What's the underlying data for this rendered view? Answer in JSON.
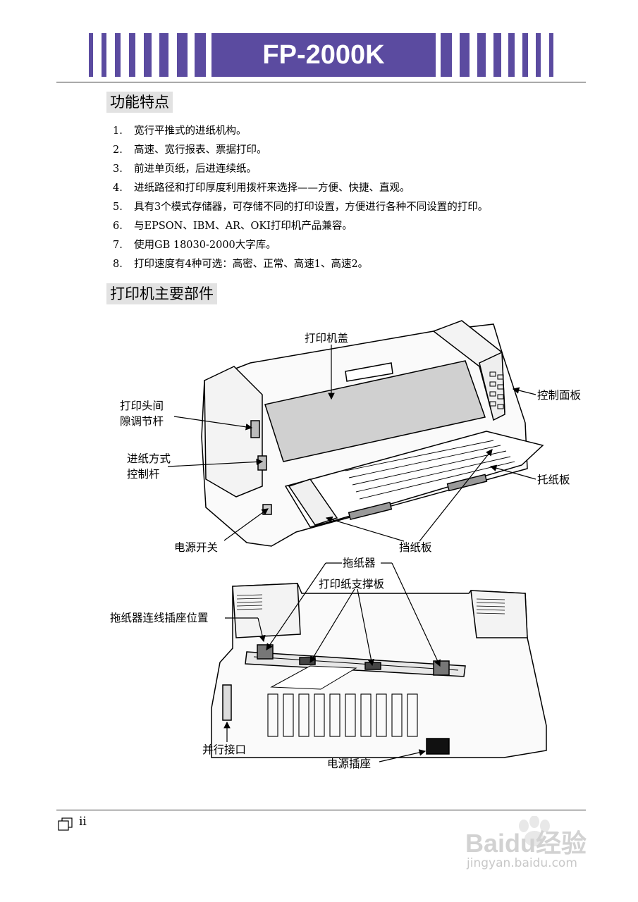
{
  "header": {
    "title": "FP-2000K"
  },
  "sections": {
    "features_title": "功能特点",
    "parts_title": "打印机主要部件"
  },
  "features": [
    {
      "num": "1.",
      "text": "宽行平推式的进纸机构。"
    },
    {
      "num": "2.",
      "text": "高速、宽行报表、票据打印。"
    },
    {
      "num": "3.",
      "text": "前进单页纸，后进连续纸。"
    },
    {
      "num": "4.",
      "text": "进纸路径和打印厚度利用拨杆来选择——方便、快捷、直观。"
    },
    {
      "num": "5.",
      "text": "具有3个模式存储器，可存储不同的打印设置，方便进行各种不同设置的打印。"
    },
    {
      "num": "6.",
      "text": "与EPSON、IBM、AR、OKI打印机产品兼容。"
    },
    {
      "num": "7.",
      "text": "使用GB 18030-2000大字库。"
    },
    {
      "num": "8.",
      "text": "打印速度有4种可选：高密、正常、高速1、高速2。"
    }
  ],
  "labels": {
    "printer_cover": "打印机盖",
    "control_panel": "控制面板",
    "head_gap_lever_1": "打印头间",
    "head_gap_lever_2": "隙调节杆",
    "feed_lever_1": "进纸方式",
    "feed_lever_2": "控制杆",
    "paper_tray": "托纸板",
    "power_switch": "电源开关",
    "paper_guide": "挡纸板",
    "tractor": "拖纸器",
    "paper_support": "打印纸支撑板",
    "tractor_connector": "拖纸器连线插座位置",
    "parallel_port": "并行接口",
    "power_socket": "电源插座"
  },
  "footer": {
    "page_number": "ii",
    "watermark_brand": "Baidu经验",
    "watermark_url": "jingyan.baidu.com"
  },
  "colors": {
    "accent": "#5b4ba0",
    "section_bg": "#e2e2e2"
  }
}
